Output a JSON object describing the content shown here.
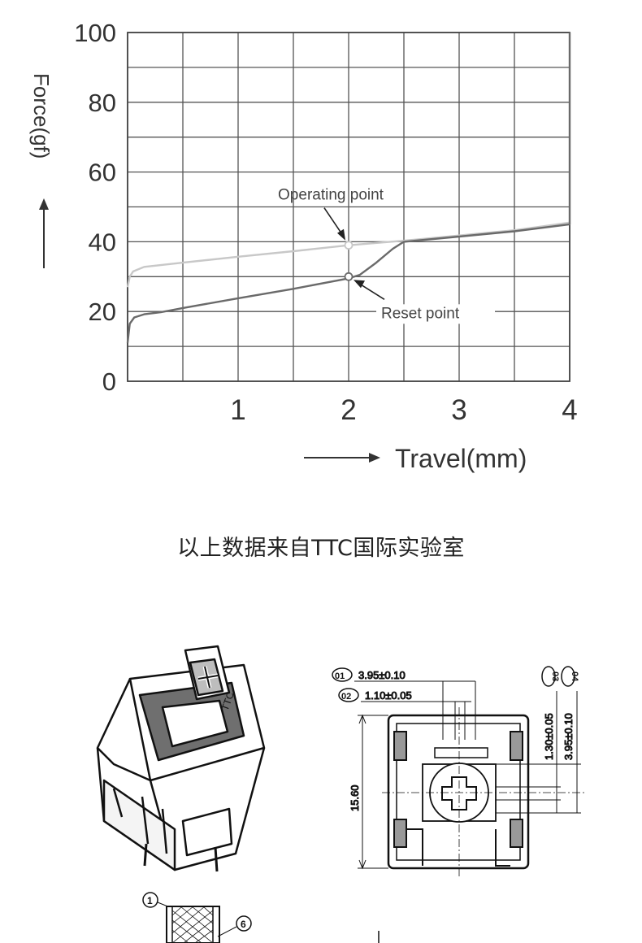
{
  "chart_data": {
    "type": "line",
    "xlabel": "Travel(mm)",
    "ylabel": "Force(gf)",
    "xlim": [
      0,
      4
    ],
    "ylim": [
      0,
      100
    ],
    "x_ticks": [
      1,
      2,
      3,
      4
    ],
    "y_ticks": [
      0,
      20,
      40,
      60,
      80,
      100
    ],
    "grid": true,
    "series": [
      {
        "color": "#c8c8c8",
        "points": [
          [
            0,
            27
          ],
          [
            0.02,
            30
          ],
          [
            0.05,
            31.5
          ],
          [
            0.15,
            32.8
          ],
          [
            0.5,
            34
          ],
          [
            1,
            35.7
          ],
          [
            1.5,
            37.3
          ],
          [
            2,
            39
          ],
          [
            2.3,
            39.8
          ],
          [
            2.5,
            40.3
          ],
          [
            3,
            41.8
          ],
          [
            3.5,
            43.3
          ],
          [
            4,
            45.5
          ]
        ]
      },
      {
        "color": "#6a6a6a",
        "points": [
          [
            0,
            11
          ],
          [
            0.02,
            16.5
          ],
          [
            0.06,
            18.3
          ],
          [
            0.15,
            19.2
          ],
          [
            0.3,
            19.8
          ],
          [
            0.5,
            21
          ],
          [
            1,
            23.8
          ],
          [
            1.5,
            26.5
          ],
          [
            2,
            29.5
          ],
          [
            2.1,
            30.5
          ],
          [
            2.25,
            34
          ],
          [
            2.4,
            38
          ],
          [
            2.5,
            40
          ],
          [
            3,
            41.5
          ],
          [
            3.5,
            43
          ],
          [
            4,
            45
          ],
          [
            4,
            100
          ]
        ]
      }
    ],
    "annotations": [
      {
        "text": "Operating point",
        "x": 2,
        "y": 39
      },
      {
        "text": "Reset point",
        "x": 2,
        "y": 30
      }
    ]
  },
  "caption": "以上数据来自TTC国际实验室",
  "drawing": {
    "dim_01": "3.95±0.10",
    "dim_02": "1.10±0.05",
    "dim_03": "1.30±0.05",
    "dim_04": "3.95±0.10",
    "dim_height": "15.60",
    "badges": [
      "01",
      "02",
      "03",
      "04"
    ],
    "part_badges": [
      "1",
      "6"
    ],
    "stem_mark": "TTC"
  }
}
